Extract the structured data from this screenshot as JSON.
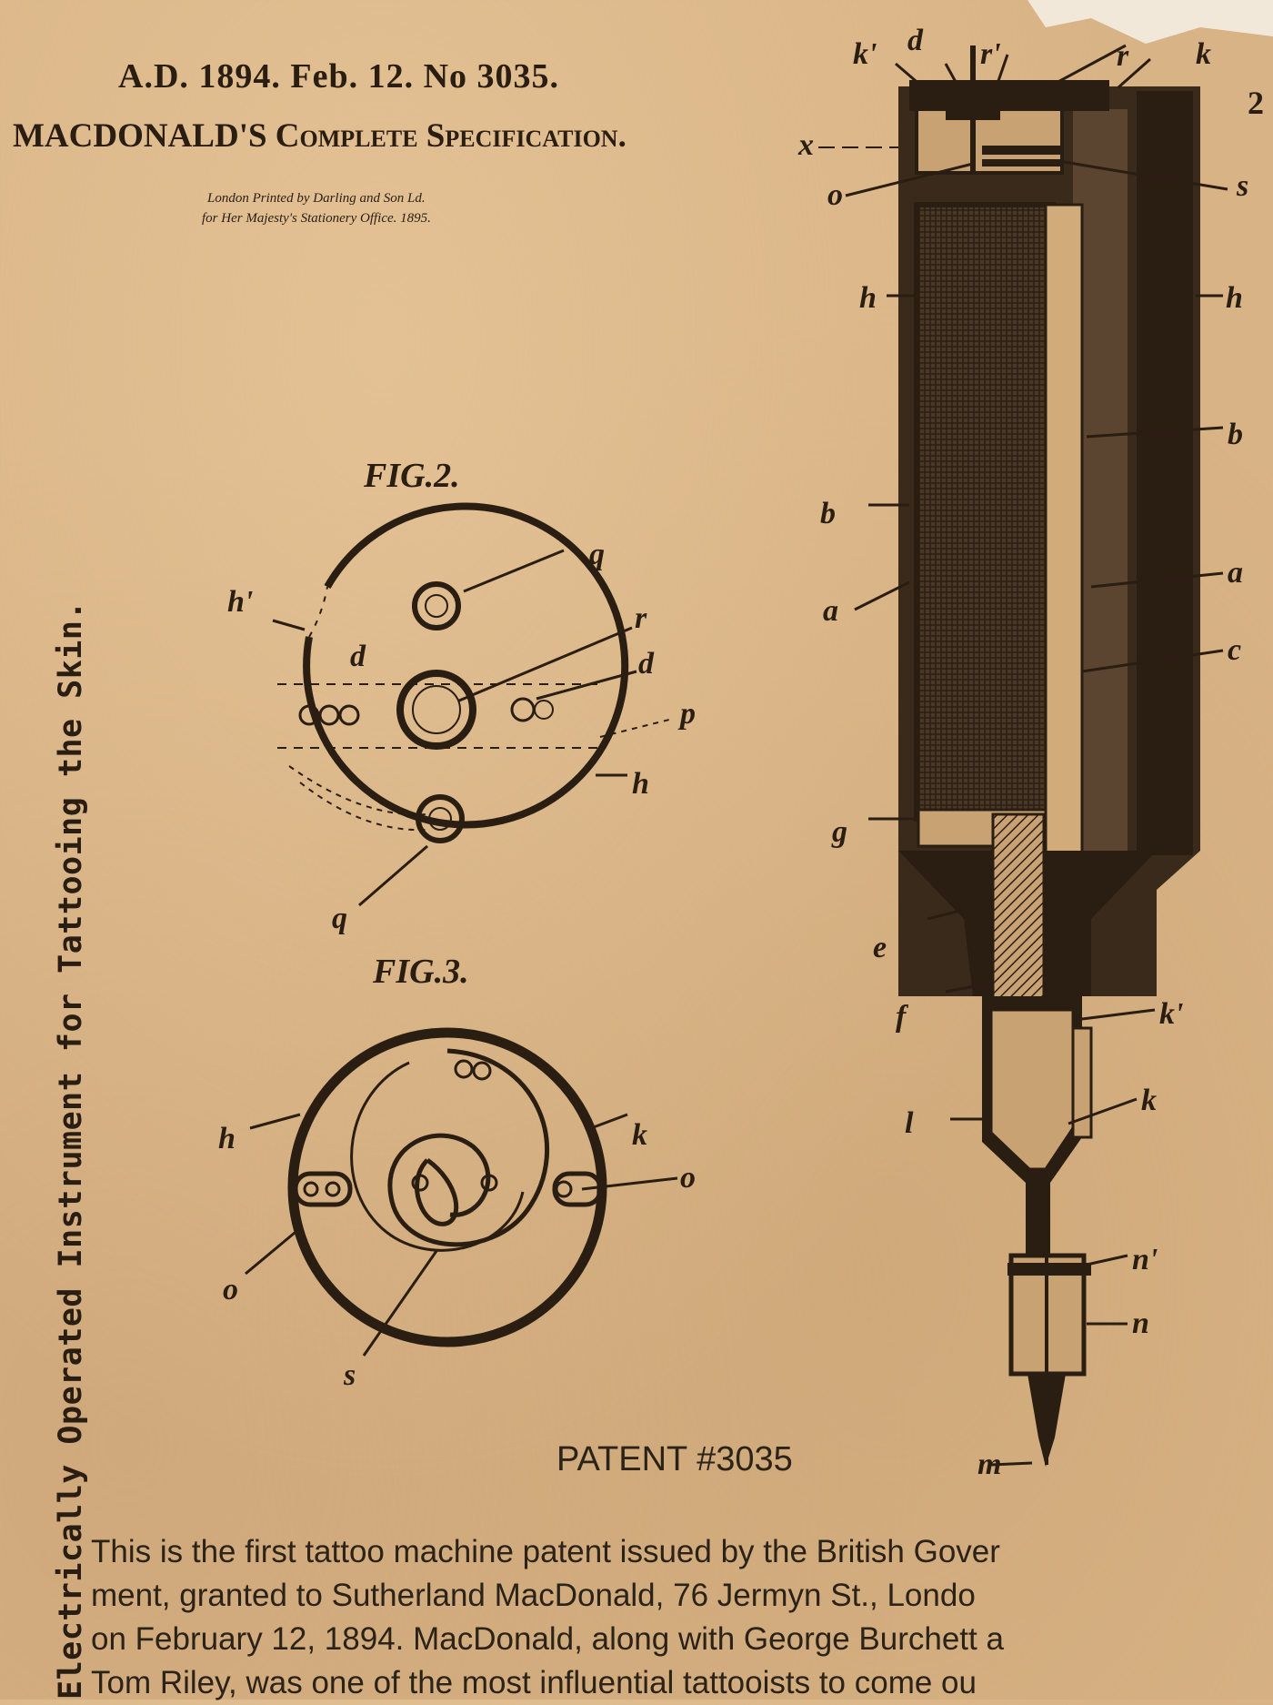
{
  "header": {
    "line1": "A.D. 1894. Feb. 12. No 3035.",
    "line2": "MACDONALD'S Complete Specification."
  },
  "printer": {
    "line1": "London Printed by Darling and Son Ld.",
    "line2": "for Her Majesty's Stationery Office. 1895."
  },
  "side_title": "Electrically Operated Instrument for Tattooing the Skin.",
  "figures": {
    "fig2": "FIG.2.",
    "fig3": "FIG.3."
  },
  "corner_mark": "2",
  "refs": {
    "fig1": [
      "k'",
      "d",
      "r'",
      "r",
      "k",
      "x",
      "o",
      "s",
      "h",
      "h",
      "b",
      "b",
      "a",
      "a",
      "c",
      "g",
      "e",
      "f",
      "k'",
      "l",
      "k",
      "n'",
      "n",
      "m"
    ],
    "fig2": [
      "h'",
      "q",
      "r",
      "d",
      "d",
      "p",
      "h",
      "q"
    ],
    "fig3": [
      "h",
      "k",
      "o",
      "o",
      "s"
    ]
  },
  "patent_label": "PATENT #3035",
  "caption_lines": [
    "This is the first tattoo machine patent issued by the British Gover",
    "ment, granted to Sutherland MacDonald, 76 Jermyn St., Londo",
    "on February 12, 1894. MacDonald, along with George Burchett a",
    "Tom Riley, was one of the most influential tattooists to come ou"
  ]
}
